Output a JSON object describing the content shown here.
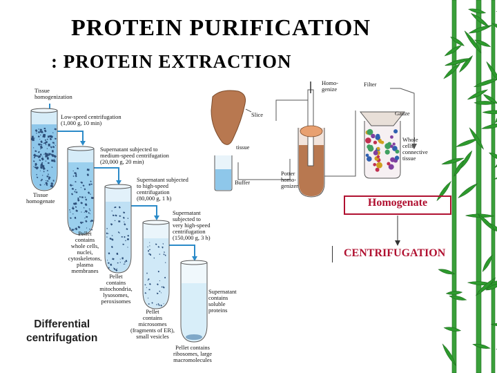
{
  "slide": {
    "title": "PROTEIN  PURIFICATION",
    "subtitle": ": PROTEIN  EXTRACTION"
  },
  "differential": {
    "steps": [
      {
        "lines": [
          "Tissue",
          "homogenization"
        ]
      },
      {
        "lines": [
          "Low-speed centrifugation",
          "(1,000 g, 10 min)"
        ]
      },
      {
        "lines": [
          "Supernatant subjected to",
          "medium-speed centrifugation",
          "(20,000 g, 20 min)"
        ]
      },
      {
        "lines": [
          "Supernatant subjected",
          "to high-speed",
          "centrifugation",
          "(80,000 g, 1 h)"
        ]
      },
      {
        "lines": [
          "Supernatant",
          "subjected to",
          "very high-speed",
          "centrifugation",
          "(150,000 g, 3 h)"
        ]
      }
    ],
    "tissue_homogenate": [
      "Tissue",
      "homogenate"
    ],
    "pellets": [
      {
        "lines": [
          "Pellet",
          "contains",
          "whole cells,",
          "nuclei,",
          "cytoskeletons,",
          "plasma",
          "membranes"
        ]
      },
      {
        "lines": [
          "Pellet",
          "contains",
          "mitochondria,",
          "lysosomes,",
          "peroxisomes"
        ]
      },
      {
        "lines": [
          "Pellet",
          "contains",
          "microsomes",
          "(fragments of ER),",
          "small vesicles"
        ]
      },
      {
        "lines": [
          "Pellet contains",
          "ribosomes, large",
          "macromolecules"
        ]
      }
    ],
    "soluble": [
      "Supernatant",
      "contains",
      "soluble",
      "proteins"
    ],
    "label_lines": [
      "Differential",
      "centrifugation"
    ]
  },
  "homogenizer": {
    "labels": {
      "homogenize": [
        "Homo-",
        "genize"
      ],
      "filter": "Filter",
      "slice": "Slice",
      "tissue": "tissue",
      "buffer": "Buffer",
      "potter": [
        "Potter",
        "homo-",
        "genizer"
      ],
      "gauze": "Gauze",
      "whole": [
        "Whole",
        "cells,",
        "connective",
        "tissue"
      ]
    }
  },
  "flow": {
    "homogenate": "Homogenate",
    "centrifugation": "CENTRIFUGATION",
    "accent": "#b01030"
  },
  "colors": {
    "tube_blue": "#8ec7ea",
    "pellet_dark": "#2d4f7a",
    "arrow_blue": "#2a8ac8",
    "bamboo_green": "#2d9a2d",
    "liver_brown": "#b87850"
  }
}
